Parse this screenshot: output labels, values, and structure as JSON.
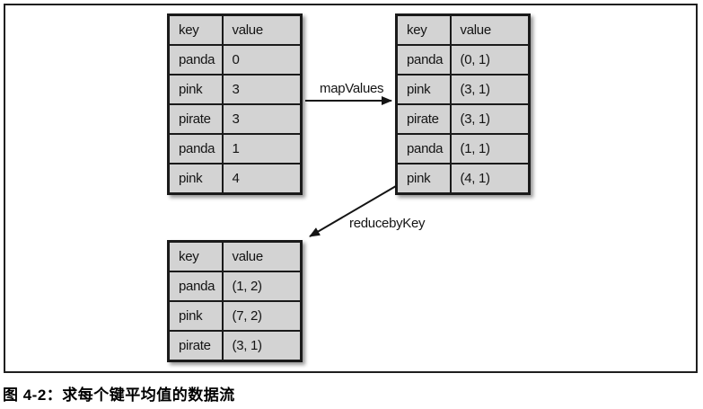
{
  "figure": {
    "caption": "图 4-2：求每个键平均值的数据流",
    "tables": {
      "source": {
        "headers": [
          "key",
          "value"
        ],
        "rows": [
          [
            "panda",
            "0"
          ],
          [
            "pink",
            "3"
          ],
          [
            "pirate",
            "3"
          ],
          [
            "panda",
            "1"
          ],
          [
            "pink",
            "4"
          ]
        ]
      },
      "mapped": {
        "headers": [
          "key",
          "value"
        ],
        "rows": [
          [
            "panda",
            "(0, 1)"
          ],
          [
            "pink",
            "(3, 1)"
          ],
          [
            "pirate",
            "(3, 1)"
          ],
          [
            "panda",
            "(1, 1)"
          ],
          [
            "pink",
            "(4, 1)"
          ]
        ]
      },
      "reduced": {
        "headers": [
          "key",
          "value"
        ],
        "rows": [
          [
            "panda",
            "(1, 2)"
          ],
          [
            "pink",
            "(7, 2)"
          ],
          [
            "pirate",
            "(3, 1)"
          ]
        ]
      }
    },
    "arrows": {
      "map_values": {
        "label": "mapValues"
      },
      "reduce_by_key": {
        "label": "reducebyKey"
      }
    },
    "colors": {
      "cell_fill": "#d3d3d3",
      "line": "#1a1a1a",
      "background": "#ffffff"
    }
  }
}
